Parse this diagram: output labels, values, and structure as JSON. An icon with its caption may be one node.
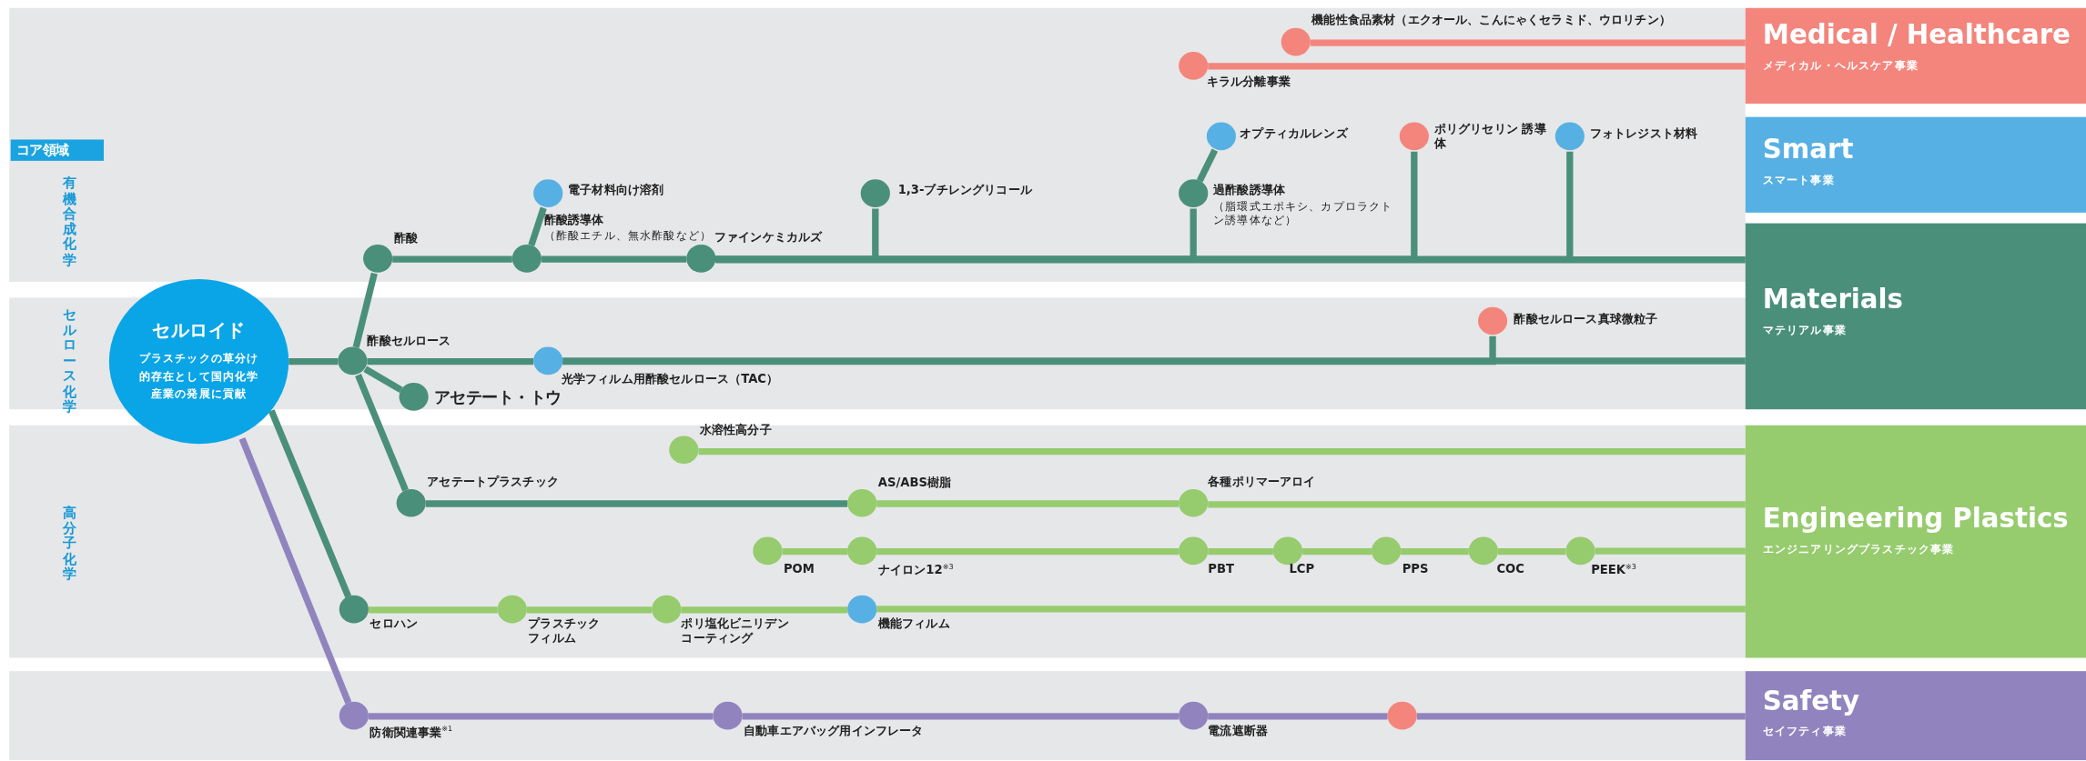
{
  "diagram": {
    "nodes": [
      {
        "text": [
          "有機合成化学"
        ]
      },
      {
        "text": [
          "セルロース化学"
        ]
      },
      {
        "text": [
          "高分子化学"
        ]
      },
      {
        "text": [],
        "shape": "box"
      },
      {
        "text": [
          "Medical / Healthcare",
          "メディカル・ヘルスケア事業"
        ]
      },
      {
        "text": [
          "Smart",
          "スマート事業"
        ]
      },
      {
        "text": [
          "Materials",
          "マテリアル事業"
        ]
      },
      {
        "text": [
          "Engineering Plastics",
          "エンジニアリングプラスチック事業"
        ]
      },
      {
        "text": [
          "Safety",
          "セイフティ事業"
        ]
      },
      {
        "text": [
          "セルロイド",
          "プラスチックの草分け的存在として国内化学産業の発展に貢献"
        ]
      },
      {
        "text": [],
        "shape": "circle",
        "in": 0,
        "beside": [
          "**機能性食品素材**（エクオール、こんにゃくセラミド、ウロリチン）"
        ]
      },
      {
        "text": [],
        "shape": "circle",
        "in": 0,
        "beside": [
          "キラル分離事業"
        ]
      },
      {
        "text": [],
        "shape": "circle",
        "in": 0,
        "beside": [
          "オプティカルレンズ"
        ]
      },
      {
        "text": [],
        "shape": "circle",
        "in": 0,
        "beside": [
          "ポリグリセリン 誘導体"
        ]
      },
      {
        "text": [],
        "shape": "circle",
        "in": 0,
        "beside": [
          "フォトレジスト材料"
        ]
      },
      {
        "text": [],
        "shape": "circle",
        "in": 0,
        "beside": [
          "電子材料向け溶剤"
        ]
      },
      {
        "text": [],
        "shape": "circle",
        "in": 0,
        "beside": [
          "1,3-ブチレングリコール"
        ]
      },
      {
        "text": [],
        "shape": "circle",
        "in": 0,
        "beside": [
          "過酢酸誘導体",
          "（脂環式エポキシ、カプロラクトン誘導体など）"
        ]
      },
      {
        "text": [],
        "shape": "circle",
        "in": 0,
        "beside": [
          "酢酸"
        ]
      },
      {
        "text": [],
        "shape": "circle",
        "in": 0,
        "beside": [
          "酢酸誘導体",
          "（酢酸エチル、無水酢酸など）"
        ]
      },
      {
        "text": [],
        "shape": "circle",
        "in": 0,
        "beside": [
          "ファインケミカルズ"
        ]
      },
      {
        "text": [],
        "shape": "circle",
        "in": 1,
        "beside": [
          "酢酸セルロース真球微粒子"
        ]
      },
      {
        "text": [],
        "shape": "circle",
        "in": 1,
        "beside": [
          "酢酸セルロース"
        ]
      },
      {
        "text": [],
        "shape": "circle",
        "in": 1,
        "beside": [
          "光学フィルム用酢酸セルロース（TAC）"
        ]
      },
      {
        "text": [],
        "shape": "circle",
        "in": 1,
        "beside": [
          "アセテート・トウ"
        ]
      },
      {
        "text": [],
        "shape": "circle",
        "in": 2,
        "beside": [
          "水溶性高分子"
        ]
      },
      {
        "text": [],
        "shape": "circle",
        "in": 2,
        "beside": [
          "アセテートプラスチック"
        ]
      },
      {
        "text": [],
        "shape": "circle",
        "in": 2,
        "beside": [
          "AS/ABS樹脂"
        ]
      },
      {
        "text": [],
        "shape": "circle",
        "in": 2,
        "beside": [
          "各種ポリマーアロイ"
        ]
      },
      {
        "text": [],
        "shape": "circle",
        "in": 2,
        "beside": [
          "POM"
        ]
      },
      {
        "text": [],
        "shape": "circle",
        "in": 2,
        "beside": [
          "ナイロン12$^{※3}$"
        ]
      },
      {
        "text": [],
        "shape": "circle",
        "in": 2,
        "beside": [
          "PBT"
        ]
      },
      {
        "text": [],
        "shape": "circle",
        "in": 2,
        "beside": [
          "LCP"
        ]
      },
      {
        "text": [],
        "shape": "circle",
        "in": 2,
        "beside": [
          "PPS"
        ]
      },
      {
        "text": [],
        "shape": "circle",
        "in": 2,
        "beside": [
          "COC"
        ]
      },
      {
        "text": [],
        "shape": "circle",
        "in": 2,
        "beside": [
          "PEEK$^{※3}$"
        ]
      },
      {
        "text": [],
        "shape": "circle",
        "in": 2,
        "beside": [
          "セロハン"
        ]
      },
      {
        "text": [],
        "shape": "circle",
        "in": 2,
        "beside": [
          "プラスチックフィルム"
        ]
      },
      {
        "text": [],
        "shape": "circle",
        "in": 2,
        "beside": [
          "ポリ塩化ビニリデンコーティング"
        ]
      },
      {
        "text": [],
        "shape": "circle",
        "in": 2,
        "beside": [
          "機能フィルム"
        ]
      },
      {
        "text": [],
        "shape": "circle",
        "in": 3,
        "beside": [
          "防衛関連事業$^{※1}$"
        ]
      },
      {
        "text": [],
        "shape": "circle",
        "in": 3,
        "beside": [
          "自動車エアバッグ用インフレータ"
        ]
      },
      {
        "text": [],
        "shape": "circle",
        "in": 3,
        "beside": [
          "電流遮断器"
        ]
      },
      {
        "text": [],
        "shape": "circle",
        "in": 3
      }
    ],
    "edges": [
      {
        "from": 10,
        "to": 4,
        "arrow": "none",
        "color": "#f4857d"
      },
      {
        "from": 11,
        "to": 4,
        "arrow": "none",
        "color": "#f4857d"
      },
      {
        "from": 9,
        "to": 22,
        "arrow": "none"
      },
      {
        "from": 22,
        "to": 18,
        "arrow": "none"
      },
      {
        "from": 18,
        "to": 19,
        "arrow": "none"
      },
      {
        "from": 19,
        "to": 15,
        "arrow": "none"
      },
      {
        "from": 19,
        "to": 20,
        "arrow": "none"
      },
      {
        "from": 20,
        "to": 16,
        "arrow": "none"
      },
      {
        "from": 20,
        "to": 17,
        "arrow": "none"
      },
      {
        "from": 17,
        "to": 12,
        "arrow": "none"
      },
      {
        "from": 20,
        "to": 13,
        "arrow": "none"
      },
      {
        "from": 20,
        "to": 14,
        "arrow": "none"
      },
      {
        "from": 20,
        "to": 6,
        "arrow": "none"
      },
      {
        "from": 22,
        "to": 24,
        "arrow": "none"
      },
      {
        "from": 22,
        "to": 23,
        "arrow": "none"
      },
      {
        "from": 23,
        "to": 21,
        "arrow": "none"
      },
      {
        "from": 23,
        "to": 6,
        "arrow": "none"
      },
      {
        "from": 22,
        "to": 26,
        "arrow": "none"
      },
      {
        "from": 26,
        "to": 27,
        "arrow": "none"
      },
      {
        "from": 27,
        "to": 28,
        "arrow": "none",
        "color": "#96cb6e"
      },
      {
        "from": 28,
        "to": 7,
        "arrow": "none",
        "color": "#96cb6e"
      },
      {
        "from": 25,
        "to": 7,
        "arrow": "none",
        "color": "#96cb6e"
      },
      {
        "from": 29,
        "to": 30,
        "arrow": "none",
        "color": "#96cb6e"
      },
      {
        "from": 30,
        "to": 31,
        "arrow": "none",
        "color": "#96cb6e"
      },
      {
        "from": 31,
        "to": 32,
        "arrow": "none",
        "color": "#96cb6e"
      },
      {
        "from": 32,
        "to": 33,
        "arrow": "none",
        "color": "#96cb6e"
      },
      {
        "from": 33,
        "to": 34,
        "arrow": "none",
        "color": "#96cb6e"
      },
      {
        "from": 34,
        "to": 35,
        "arrow": "none",
        "color": "#96cb6e"
      },
      {
        "from": 35,
        "to": 7,
        "arrow": "none",
        "color": "#96cb6e"
      },
      {
        "from": 9,
        "to": 36,
        "arrow": "none"
      },
      {
        "from": 36,
        "to": 37,
        "arrow": "none",
        "color": "#96cb6e"
      },
      {
        "from": 37,
        "to": 38,
        "arrow": "none",
        "color": "#96cb6e"
      },
      {
        "from": 38,
        "to": 39,
        "arrow": "none",
        "color": "#96cb6e"
      },
      {
        "from": 39,
        "to": 7,
        "arrow": "none",
        "color": "#96cb6e"
      },
      {
        "from": 9,
        "to": 40,
        "arrow": "none",
        "color": "#9184be"
      },
      {
        "from": 40,
        "to": 41,
        "arrow": "none",
        "color": "#9184be"
      },
      {
        "from": 41,
        "to": 42,
        "arrow": "none",
        "color": "#9184be"
      },
      {
        "from": 42,
        "to": 43,
        "arrow": "none",
        "color": "#9184be"
      },
      {
        "from": 43,
        "to": 8,
        "arrow": "none",
        "color": "#9184be"
      }
    ],
    "labels": [
      "コア領域"
    ]
  }
}
